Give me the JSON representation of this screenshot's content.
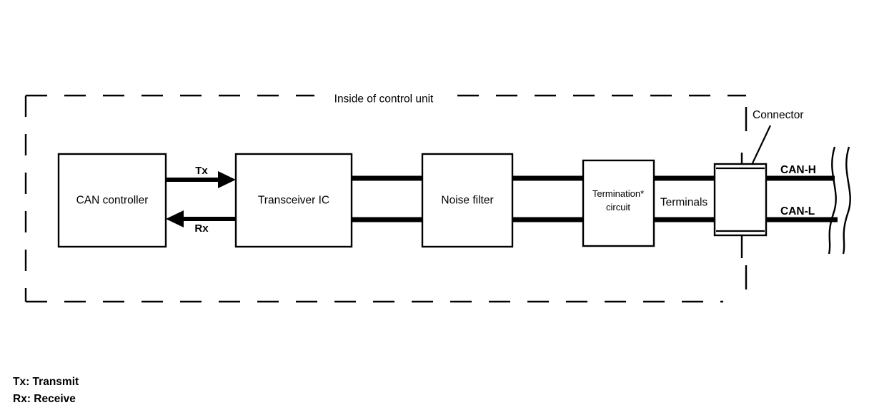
{
  "diagram": {
    "title": "Inside of control unit",
    "blocks": [
      {
        "id": "can-controller",
        "label": "CAN controller"
      },
      {
        "id": "transceiver-ic",
        "label": "Transceiver IC"
      },
      {
        "id": "noise-filter",
        "label": "Noise filter"
      },
      {
        "id": "termination",
        "label_line1": "Termination*",
        "label_line2": "circuit"
      }
    ],
    "signals": {
      "tx": "Tx",
      "rx": "Rx"
    },
    "annotations": {
      "terminals": "Terminals",
      "connector": "Connector"
    },
    "bus_lines": [
      {
        "id": "can-h",
        "label": "CAN-H"
      },
      {
        "id": "can-l",
        "label": "CAN-L"
      }
    ],
    "legend": [
      "Tx: Transmit",
      "Rx: Receive"
    ],
    "colors": {
      "stroke": "#000000",
      "background": "#ffffff"
    }
  }
}
